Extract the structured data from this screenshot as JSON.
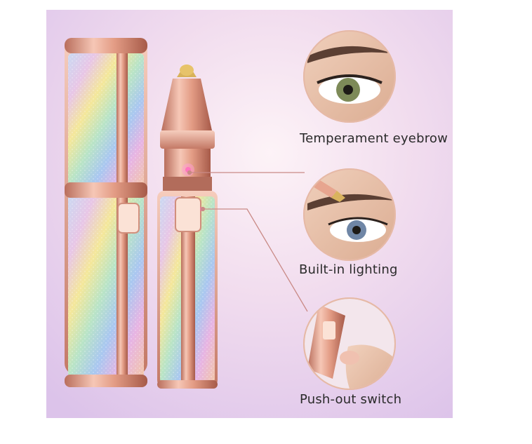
{
  "image": {
    "subject": "rose-gold eyebrow trimmer product photo",
    "colors": {
      "rose_gold": "#e7a58f",
      "background_glow": "#f4e2f3",
      "leader_line": "#c98a86"
    }
  },
  "features": [
    {
      "label": "Temperament eyebrow",
      "icon": "eyebrow-closeup-icon"
    },
    {
      "label": "Built-in lighting",
      "icon": "eye-trimming-icon"
    },
    {
      "label": "Push-out switch",
      "icon": "push-switch-icon"
    }
  ]
}
